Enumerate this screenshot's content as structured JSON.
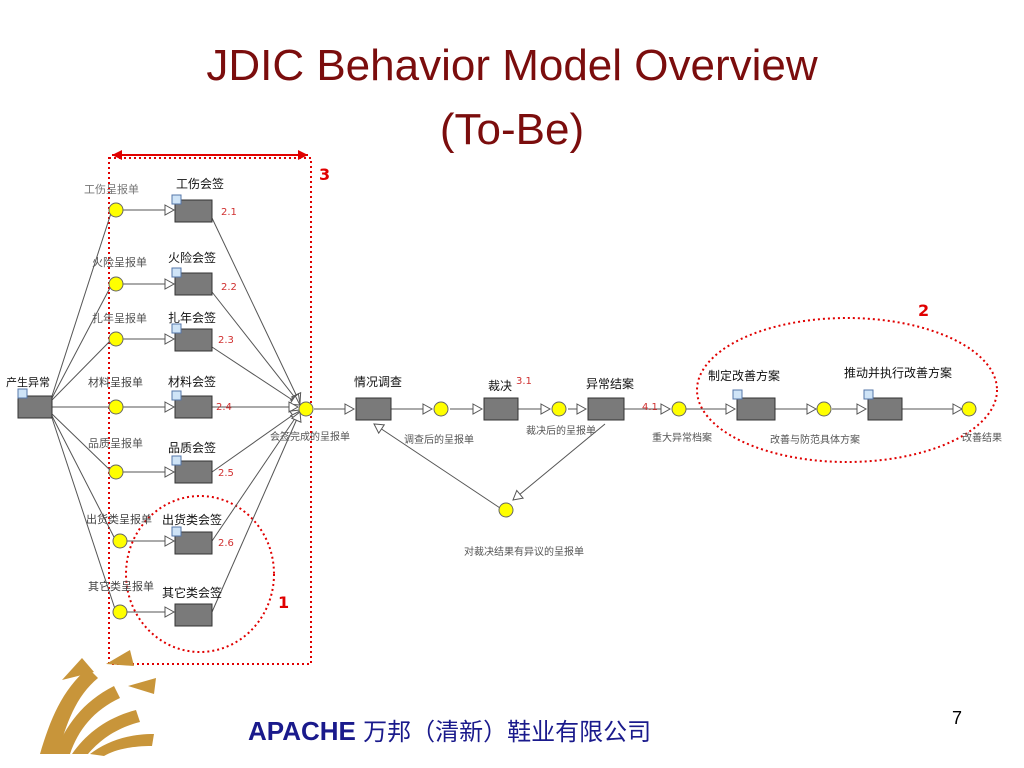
{
  "slide": {
    "title_line1": "JDIC Behavior Model Overview",
    "title_line2": "(To-Be)",
    "footer_brand": "APACHE",
    "footer_company": "万邦（清新）鞋业有限公司",
    "page_number": "7"
  },
  "diagram": {
    "start_task": "产生异常",
    "branches": [
      {
        "input": "工伤呈报单",
        "task": "工伤会签",
        "code": "2.1"
      },
      {
        "input": "火险呈报单",
        "task": "火险会签",
        "code": "2.2"
      },
      {
        "input": "扎年呈报单",
        "task": "扎年会签",
        "code": "2.3"
      },
      {
        "input": "材料呈报单",
        "task": "材料会签",
        "code": "2.4"
      },
      {
        "input": "品质呈报单",
        "task": "品质会签",
        "code": "2.5"
      },
      {
        "input": "出货类呈报单",
        "task": "出货类会签",
        "code": "2.6"
      },
      {
        "input": "其它类呈报单",
        "task": "其它类会签",
        "code": ""
      }
    ],
    "merge_state": "会签完成的呈报单",
    "investigation_task": "情况调查",
    "after_investigation_state": "调查后的呈报单",
    "ruling_task": "裁决",
    "ruling_code": "3.1",
    "after_ruling_state": "裁决后的呈报单",
    "objection_state": "对裁决结果有异议的呈报单",
    "close_task": "异常结案",
    "close_code": "4.1",
    "major_case_state": "重大异常档案",
    "plan_task": "制定改善方案",
    "plan_state": "改善与防范具体方案",
    "execute_task": "推动并执行改善方案",
    "result_state": "改善结果",
    "annotations": [
      "1",
      "2",
      "3"
    ]
  },
  "colors": {
    "title": "#7b0d0d",
    "annotation": "#e00000",
    "task_fill": "#7a7a7a",
    "state_fill": "#ffff00",
    "footer": "#1a1a8c"
  }
}
